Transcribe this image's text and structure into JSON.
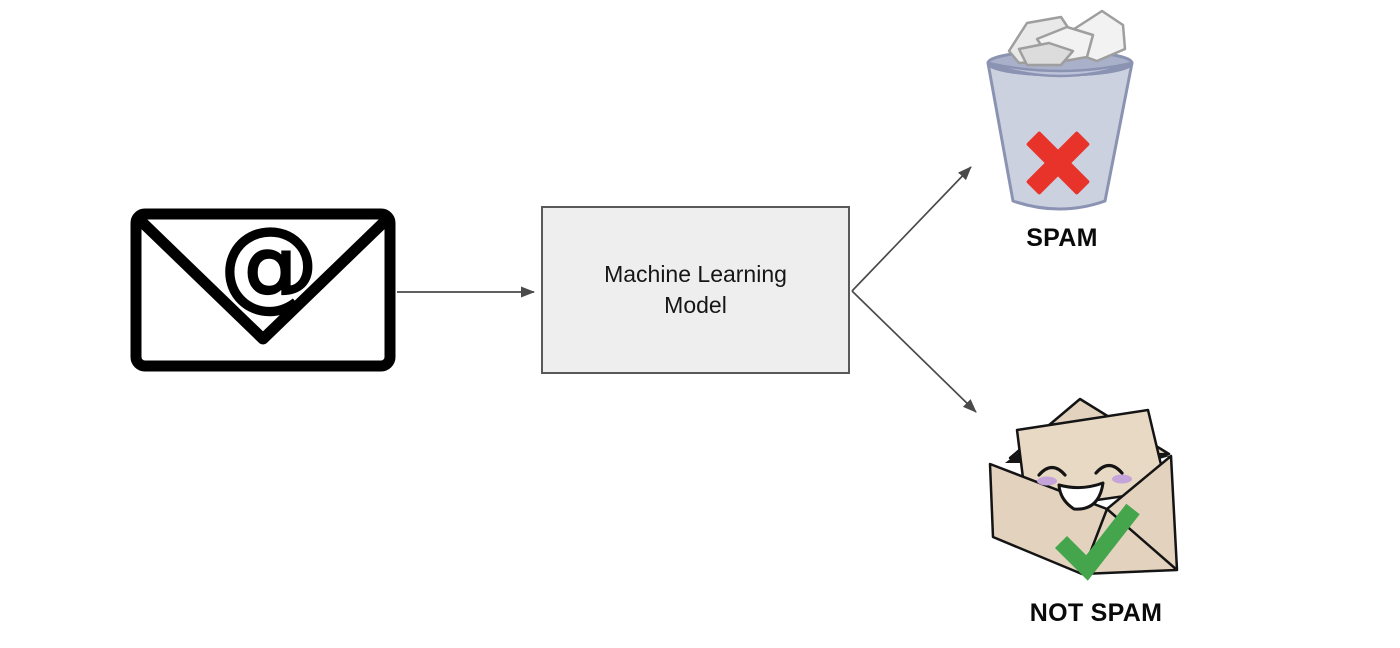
{
  "diagram": {
    "model_box": {
      "label": "Machine Learning Model"
    },
    "outputs": {
      "spam": {
        "label": "SPAM"
      },
      "not_spam": {
        "label": "NOT SPAM"
      }
    }
  },
  "colors": {
    "background": "#ffffff",
    "arrow": "#4a4a4a",
    "box_fill": "#eeeeee",
    "box_border": "#595959",
    "box_text": "#161616",
    "label_text": "#0a0a0a",
    "email_outline": "#000000",
    "email_fill": "#ffffff",
    "trash_body": "#ccd1e0",
    "trash_rim": "#bcc2d8",
    "trash_inner": "#a9b0c9",
    "trash_outline": "#8b93b3",
    "paper_light": "#f2f2f2",
    "paper_mid": "#e9e9e9",
    "paper_dark": "#dcdcdc",
    "paper_outline": "#9e9e9e",
    "x_red": "#e8332a",
    "envelope_tan": "#e3d3be",
    "letter_tan": "#e8d9c4",
    "envelope_outline": "#141414",
    "envelope_shadow": "#161616",
    "cheek_purple": "#c5a4d9",
    "mouth_fill": "#ffffff",
    "check_green": "#44a54c"
  }
}
